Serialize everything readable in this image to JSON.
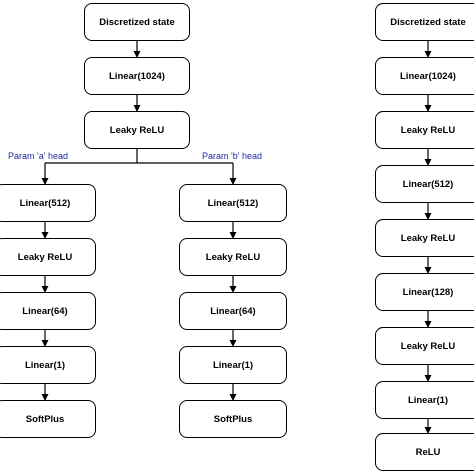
{
  "diagram": {
    "colors": {
      "box_border": "#000000",
      "box_fill": "#ffffff",
      "text": "#000000",
      "head_label": "#1f2a9c"
    },
    "left_network": {
      "trunk": [
        "Discretized state",
        "Linear(1024)",
        "Leaky ReLU"
      ],
      "head_a": {
        "label": "Param 'a' head",
        "layers": [
          "Linear(512)",
          "Leaky ReLU",
          "Linear(64)",
          "Linear(1)",
          "SoftPlus"
        ]
      },
      "head_b": {
        "label": "Param 'b' head",
        "layers": [
          "Linear(512)",
          "Leaky ReLU",
          "Linear(64)",
          "Linear(1)",
          "SoftPlus"
        ]
      }
    },
    "right_network": {
      "layers": [
        "Discretized state",
        "Linear(1024)",
        "Leaky ReLU",
        "Linear(512)",
        "Leaky ReLU",
        "Linear(128)",
        "Leaky ReLU",
        "Linear(1)",
        "ReLU"
      ]
    }
  }
}
